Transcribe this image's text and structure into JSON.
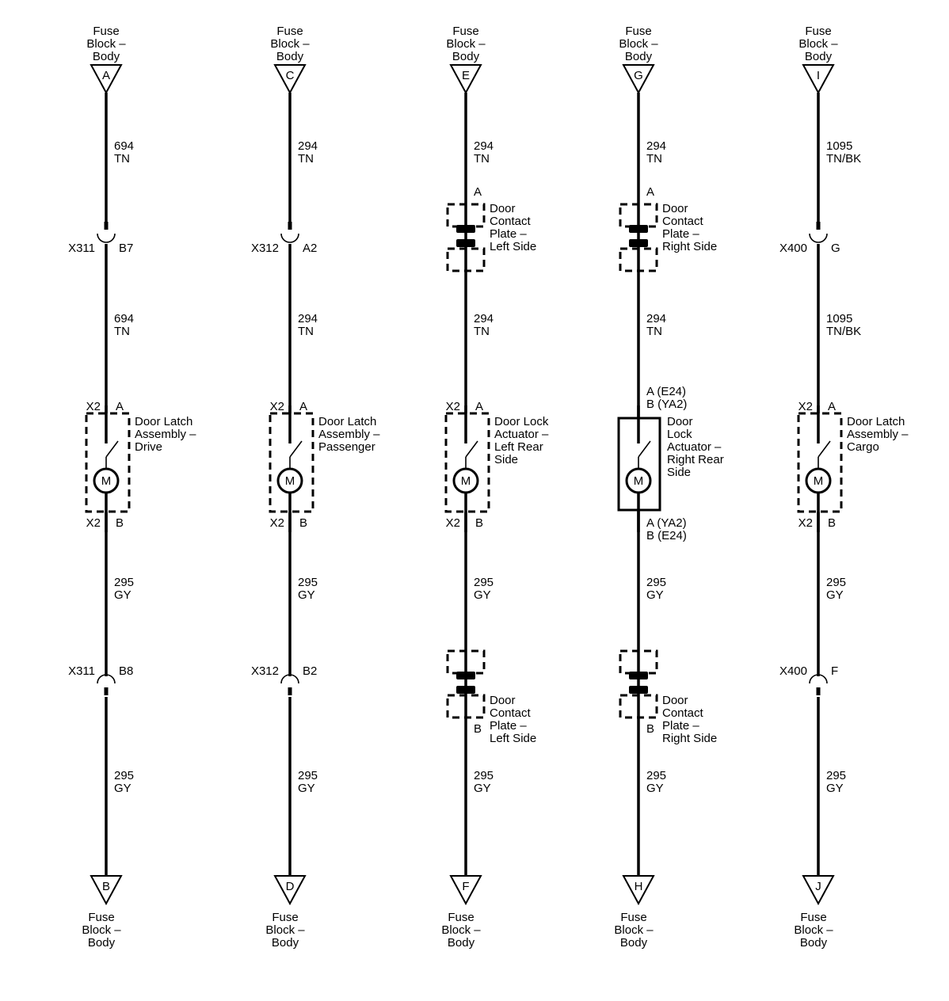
{
  "columns": [
    {
      "top_block": [
        "Fuse",
        "Block –",
        "Body"
      ],
      "top_letter": "A",
      "bottom_block": [
        "Fuse",
        "Block –",
        "Body"
      ],
      "bottom_letter": "B",
      "wire1": [
        "694",
        "TN"
      ],
      "conn1": {
        "type": "inline",
        "name": "X311",
        "pin": "B7"
      },
      "wire2": [
        "694",
        "TN"
      ],
      "component": {
        "type": "dashed",
        "top_conn": "X2",
        "top_pin": "A",
        "bottom_conn": "X2",
        "bottom_pin": "B",
        "motor": "M",
        "label": [
          "Door Latch",
          "Assembly –",
          "Drive"
        ]
      },
      "wire3": [
        "295",
        "GY"
      ],
      "conn2": {
        "type": "inline",
        "name": "X311",
        "pin": "B8"
      },
      "wire4": [
        "295",
        "GY"
      ]
    },
    {
      "top_block": [
        "Fuse",
        "Block –",
        "Body"
      ],
      "top_letter": "C",
      "bottom_block": [
        "Fuse",
        "Block –",
        "Body"
      ],
      "bottom_letter": "D",
      "wire1": [
        "294",
        "TN"
      ],
      "conn1": {
        "type": "inline",
        "name": "X312",
        "pin": "A2"
      },
      "wire2": [
        "294",
        "TN"
      ],
      "component": {
        "type": "dashed",
        "top_conn": "X2",
        "top_pin": "A",
        "bottom_conn": "X2",
        "bottom_pin": "B",
        "motor": "M",
        "label": [
          "Door Latch",
          "Assembly –",
          "Passenger"
        ]
      },
      "wire3": [
        "295",
        "GY"
      ],
      "conn2": {
        "type": "inline",
        "name": "X312",
        "pin": "B2"
      },
      "wire4": [
        "295",
        "GY"
      ]
    },
    {
      "top_block": [
        "Fuse",
        "Block –",
        "Body"
      ],
      "top_letter": "E",
      "bottom_block": [
        "Fuse",
        "Block –",
        "Body"
      ],
      "bottom_letter": "F",
      "wire1": [
        "294",
        "TN"
      ],
      "conn1": {
        "type": "plate",
        "pin": "A",
        "label": [
          "Door",
          "Contact",
          "Plate –",
          "Left Side"
        ]
      },
      "wire2": [
        "294",
        "TN"
      ],
      "component": {
        "type": "dashed",
        "top_conn": "X2",
        "top_pin": "A",
        "bottom_conn": "X2",
        "bottom_pin": "B",
        "motor": "M",
        "label": [
          "Door Lock",
          "Actuator –",
          "Left Rear",
          "Side"
        ]
      },
      "wire3": [
        "295",
        "GY"
      ],
      "conn2": {
        "type": "plate",
        "pin": "B",
        "label": [
          "Door",
          "Contact",
          "Plate –",
          "Left Side"
        ]
      },
      "wire4": [
        "295",
        "GY"
      ]
    },
    {
      "top_block": [
        "Fuse",
        "Block –",
        "Body"
      ],
      "top_letter": "G",
      "bottom_block": [
        "Fuse",
        "Block –",
        "Body"
      ],
      "bottom_letter": "H",
      "wire1": [
        "294",
        "TN"
      ],
      "conn1": {
        "type": "plate",
        "pin": "A",
        "label": [
          "Door",
          "Contact",
          "Plate –",
          "Right Side"
        ]
      },
      "wire2": [
        "294",
        "TN"
      ],
      "component": {
        "type": "solid",
        "top_pins": [
          "A (E24)",
          "B (YA2)"
        ],
        "bottom_pins": [
          "A (YA2)",
          "B (E24)"
        ],
        "motor": "M",
        "label": [
          "Door",
          "Lock",
          "Actuator –",
          "Right Rear",
          "Side"
        ]
      },
      "wire3": [
        "295",
        "GY"
      ],
      "conn2": {
        "type": "plate",
        "pin": "B",
        "label": [
          "Door",
          "Contact",
          "Plate –",
          "Right Side"
        ]
      },
      "wire4": [
        "295",
        "GY"
      ]
    },
    {
      "top_block": [
        "Fuse",
        "Block –",
        "Body"
      ],
      "top_letter": "I",
      "bottom_block": [
        "Fuse",
        "Block –",
        "Body"
      ],
      "bottom_letter": "J",
      "wire1": [
        "1095",
        "TN/BK"
      ],
      "conn1": {
        "type": "inline",
        "name": "X400",
        "pin": "G"
      },
      "wire2": [
        "1095",
        "TN/BK"
      ],
      "component": {
        "type": "dashed",
        "top_conn": "X2",
        "top_pin": "A",
        "bottom_conn": "X2",
        "bottom_pin": "B",
        "motor": "M",
        "label": [
          "Door Latch",
          "Assembly –",
          "Cargo"
        ]
      },
      "wire3": [
        "295",
        "GY"
      ],
      "conn2": {
        "type": "inline",
        "name": "X400",
        "pin": "F"
      },
      "wire4": [
        "295",
        "GY"
      ]
    }
  ]
}
